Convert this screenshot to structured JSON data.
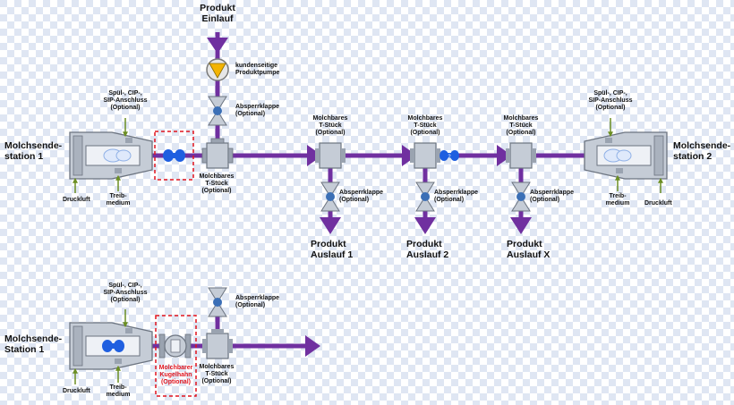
{
  "colors": {
    "pipe": "#7030a0",
    "pipe_dark": "#5b2a86",
    "signal_arrow": "#6b8e23",
    "red_dashed": "#e0141e",
    "valve_blue": "#3b6fb6",
    "pig_blue": "#1f5fe0",
    "body_grey": "#c5ccd6",
    "pump_fill": "#f4b400"
  },
  "icons": [
    "pump-icon",
    "shutoff-valve-icon",
    "t-piece-icon",
    "pig-icon",
    "ball-valve-icon",
    "launcher-station-icon",
    "arrow-icon"
  ],
  "top": {
    "product_inlet": "Produkt\nEinlauf",
    "pump_label": "kundenseitige\nProduktpumpe",
    "inlet_valve_label": "Absperrklappe\n(Optional)",
    "left_station": "Molchsende-\nstation 1",
    "right_station": "Molchsende-\nstation 2",
    "left_cip": "Spül-, CIP-,\nSIP-Anschluss\n(Optional)",
    "right_cip": "Spül-, CIP-,\nSIP-Anschluss\n(Optional)",
    "left_compressed_air": "Druckluft",
    "right_compressed_air": "Druckluft",
    "left_drive_medium": "Treib-\nmedium",
    "right_drive_medium": "Treib-\nmedium",
    "tee_inlet": "Molchbares\nT-Stück\n(Optional)",
    "tee_1": "Molchbares\nT-Stück\n(Optional)",
    "tee_2": "Molchbares\nT-Stück\n(Optional)",
    "tee_x": "Molchbares\nT-Stück\n(Optional)",
    "valve_1": "Absperrklappe\n(Optional)",
    "valve_2": "Absperrklappe\n(Optional)",
    "valve_x": "Absperrklappe\n(Optional)",
    "outlet_1": "Produkt\nAuslauf 1",
    "outlet_2": "Produkt\nAuslauf 2",
    "outlet_x": "Produkt\nAuslauf X"
  },
  "bottom": {
    "station": "Molchsende-\nStation 1",
    "cip": "Spül-, CIP-,\nSIP-Anschluss\n(Optional)",
    "compressed_air": "Druckluft",
    "drive_medium": "Treib-\nmedium",
    "ball_valve": "Molchbarer\nKugelhahn\n(Optional)",
    "valve": "Absperrklappe\n(Optional)",
    "tee": "Molchbares\nT-Stück\n(Optional)"
  }
}
